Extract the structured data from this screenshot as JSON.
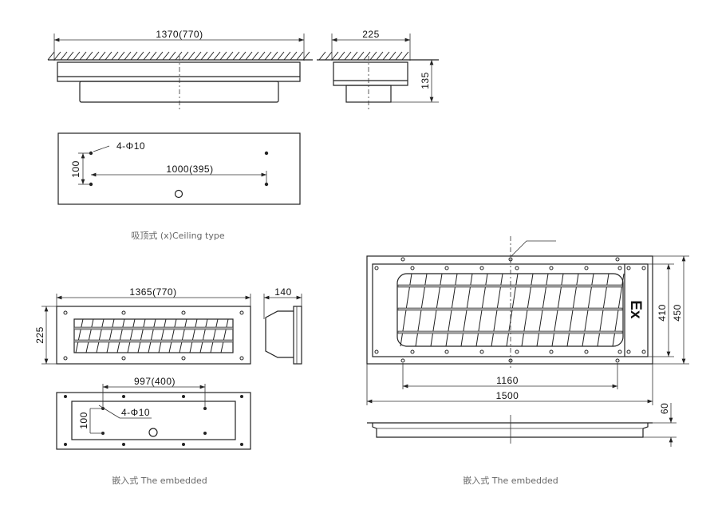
{
  "ceiling": {
    "width_label": "1370(770)",
    "depth_label": "225",
    "height_label": "135",
    "holes_label": "4-Φ10",
    "hole_vspacing_label": "100",
    "hole_hspacing_label": "1000(395)",
    "caption": "吸顶式 (x)Ceiling type"
  },
  "embedded_small": {
    "width_label": "1365(770)",
    "height_label": "225",
    "depth_label": "140",
    "hole_hspacing_label": "997(400)",
    "hole_vspacing_label": "100",
    "holes_label": "4-Φ10",
    "caption": "嵌入式 The embedded"
  },
  "embedded_large": {
    "ex_mark": "Ex",
    "inner_height_label": "410",
    "outer_height_label": "450",
    "hole_span_label": "1160",
    "width_label": "1500",
    "depth_label": "60",
    "caption": "嵌入式 The embedded"
  }
}
